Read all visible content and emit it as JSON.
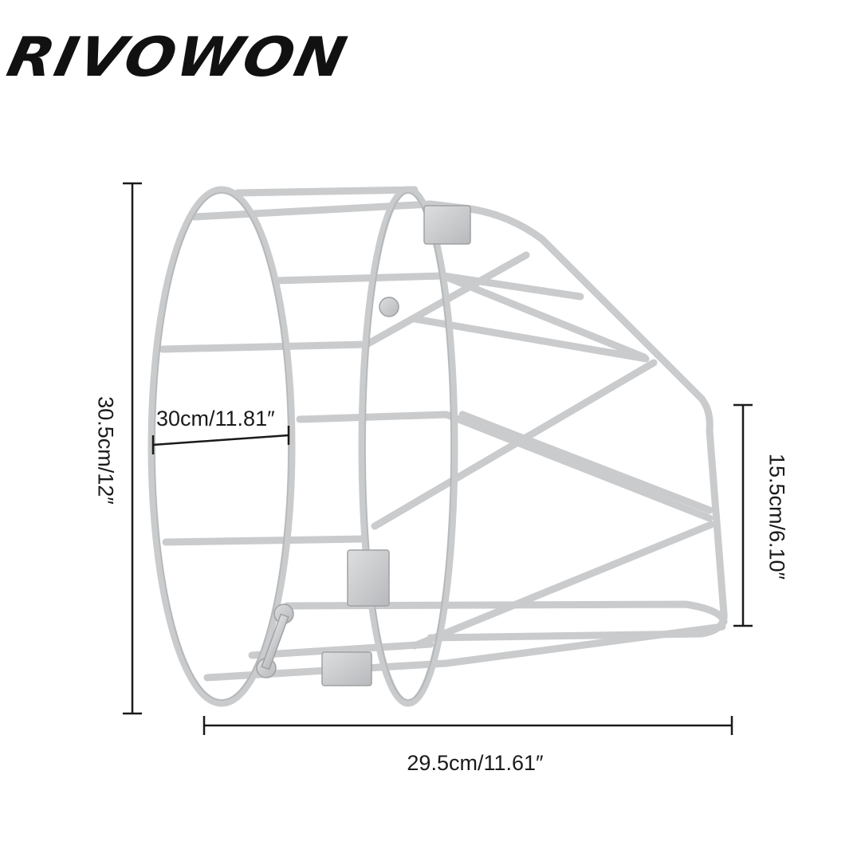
{
  "brand": {
    "logo_text": "RIVOWON"
  },
  "colors": {
    "frame": "#c9cbcd",
    "frame_shadow": "#a9abae",
    "dimension": "#1a1a1a",
    "background": "#ffffff"
  },
  "dimensions": {
    "height": "30.5cm/12″",
    "diameter": "30cm/11.81″",
    "width": "29.5cm/11.61″",
    "small_height": "15.5cm/6.10″"
  }
}
